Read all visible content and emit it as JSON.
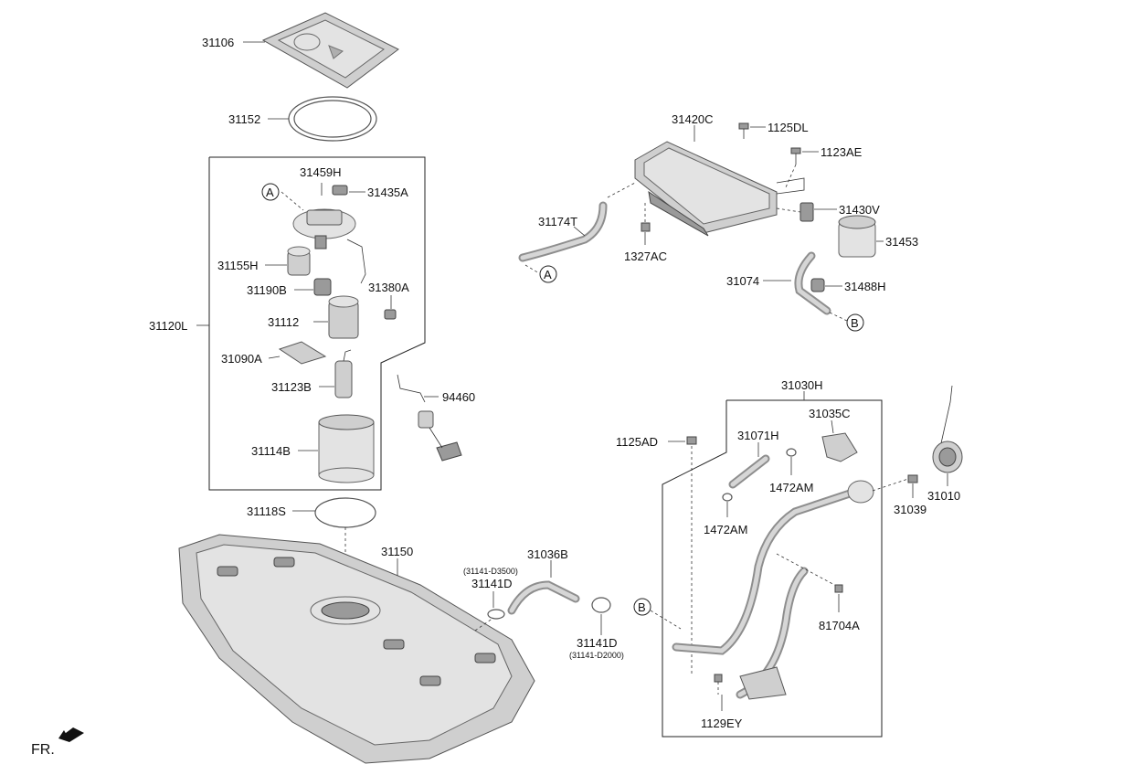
{
  "labels": {
    "p31106": "31106",
    "p31152": "31152",
    "p31459H": "31459H",
    "p31435A": "31435A",
    "p31155H": "31155H",
    "p31190B": "31190B",
    "p31380A": "31380A",
    "p31112": "31112",
    "p31120L": "31120L",
    "p31090A": "31090A",
    "p31123B": "31123B",
    "p94460": "94460",
    "p31114B": "31114B",
    "p31118S": "31118S",
    "p31150": "31150",
    "p31141D_top_note": "(31141-D3500)",
    "p31141D_top": "31141D",
    "p31036B": "31036B",
    "p31141D_bot": "31141D",
    "p31141D_bot_note": "(31141-D2000)",
    "p31420C": "31420C",
    "p1125DL": "1125DL",
    "p1123AE": "1123AE",
    "p31174T": "31174T",
    "p1327AC": "1327AC",
    "p31430V": "31430V",
    "p31453": "31453",
    "p31074": "31074",
    "p31488H": "31488H",
    "p31030H": "31030H",
    "p31035C": "31035C",
    "p1125AD": "1125AD",
    "p31071H": "31071H",
    "p1472AM_a": "1472AM",
    "p1472AM_b": "1472AM",
    "p31039": "31039",
    "p31010": "31010",
    "p81704A": "81704A",
    "p1129EY": "1129EY",
    "callout_A1": "A",
    "callout_A2": "A",
    "callout_B1": "B",
    "callout_B2": "B",
    "front": "FR."
  }
}
